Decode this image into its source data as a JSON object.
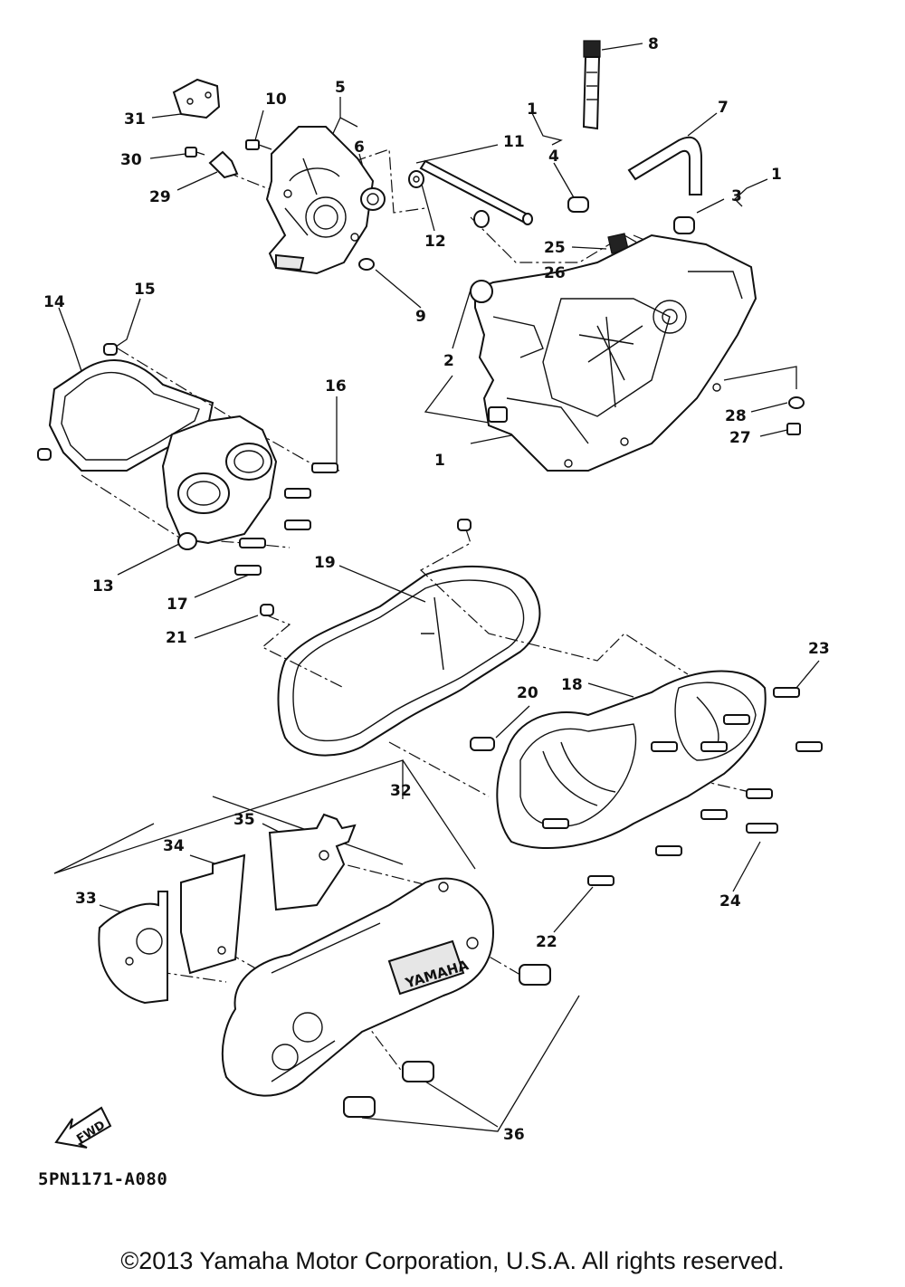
{
  "diagram": {
    "callouts": [
      "1",
      "2",
      "3",
      "4",
      "5",
      "6",
      "7",
      "8",
      "9",
      "10",
      "11",
      "12",
      "13",
      "14",
      "15",
      "16",
      "17",
      "18",
      "19",
      "20",
      "21",
      "22",
      "23",
      "24",
      "25",
      "26",
      "27",
      "28",
      "29",
      "30",
      "31",
      "32",
      "33",
      "34",
      "35",
      "36"
    ],
    "cover_brand": "YAMAHA",
    "fwd_label": "FWD",
    "diagram_code": "5PN1171-A080",
    "copyright": "©2013 Yamaha Motor Corporation, U.S.A. All rights reserved."
  }
}
